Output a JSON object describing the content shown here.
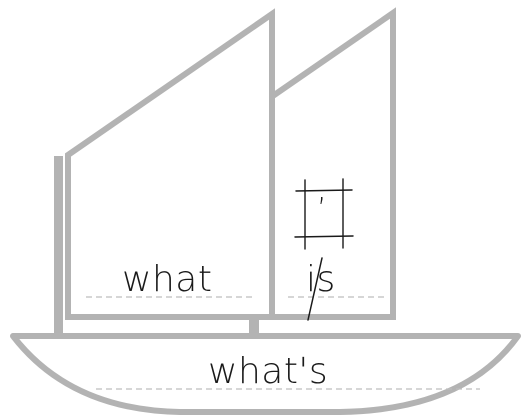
{
  "words": {
    "left_sail": "what",
    "right_sail": "is",
    "hull": "what's",
    "box_mark": "’"
  },
  "colors": {
    "outline": "#b3b3b3",
    "ink": "#1a1a1a",
    "guide": "#bdbdbd",
    "background": "#ffffff"
  }
}
